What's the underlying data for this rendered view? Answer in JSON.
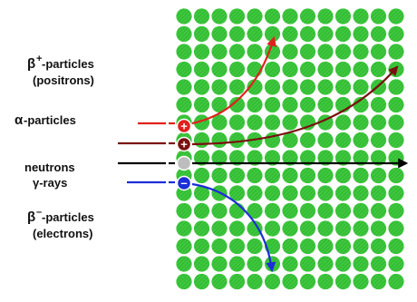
{
  "labels": {
    "beta_plus": {
      "symbol": "β",
      "superscript": "+",
      "text": "-particles",
      "sub": "(positrons)"
    },
    "alpha": {
      "symbol": "α",
      "text": "-particles"
    },
    "neutrons": "neutrons",
    "gamma": "γ-rays",
    "beta_minus": {
      "symbol": "β",
      "superscript": "–",
      "text": "-particles",
      "sub": "(electrons)"
    }
  },
  "particle_symbols": {
    "positive": "+",
    "negative": "–"
  },
  "colors": {
    "lattice": "#3cc93c",
    "lattice_hatch": "#2f9f2f",
    "beta_plus": "#e0201c",
    "alpha": "#7a1010",
    "neutral": "#000000",
    "neutral_particle": "#bdbdbd",
    "beta_minus": "#1c2ed8"
  }
}
